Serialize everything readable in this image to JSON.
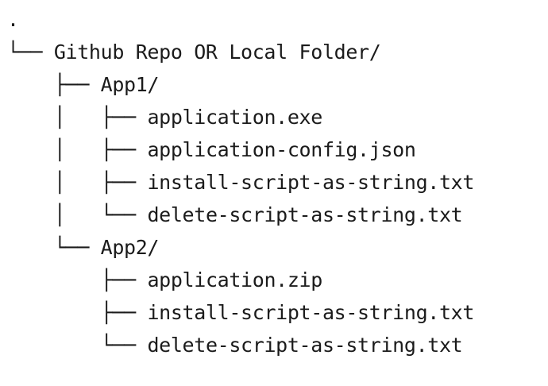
{
  "view": {
    "kind": "ascii-directory-tree",
    "background_color": "#ffffff",
    "text_color": "#1b1b1b",
    "font_style": "monospace"
  },
  "tree": {
    "root_label": ".",
    "lines": [
      {
        "prefix": "",
        "connector": "",
        "label": "."
      },
      {
        "prefix": "",
        "connector": "└── ",
        "label": "Github Repo OR Local Folder/"
      },
      {
        "prefix": "    ",
        "connector": "├── ",
        "label": "App1/"
      },
      {
        "prefix": "    │   ",
        "connector": "├── ",
        "label": "application.exe"
      },
      {
        "prefix": "    │   ",
        "connector": "├── ",
        "label": "application-config.json"
      },
      {
        "prefix": "    │   ",
        "connector": "├── ",
        "label": "install-script-as-string.txt"
      },
      {
        "prefix": "    │   ",
        "connector": "└── ",
        "label": "delete-script-as-string.txt"
      },
      {
        "prefix": "    ",
        "connector": "└── ",
        "label": "App2/"
      },
      {
        "prefix": "        ",
        "connector": "├── ",
        "label": "application.zip"
      },
      {
        "prefix": "        ",
        "connector": "├── ",
        "label": "install-script-as-string.txt"
      },
      {
        "prefix": "        ",
        "connector": "└── ",
        "label": "delete-script-as-string.txt"
      }
    ],
    "nodes": [
      {
        "name": "Github Repo OR Local Folder/",
        "type": "folder",
        "depth": 1,
        "children": [
          {
            "name": "App1/",
            "type": "folder",
            "depth": 2,
            "children": [
              {
                "name": "application.exe",
                "type": "file",
                "depth": 3
              },
              {
                "name": "application-config.json",
                "type": "file",
                "depth": 3
              },
              {
                "name": "install-script-as-string.txt",
                "type": "file",
                "depth": 3
              },
              {
                "name": "delete-script-as-string.txt",
                "type": "file",
                "depth": 3
              }
            ]
          },
          {
            "name": "App2/",
            "type": "folder",
            "depth": 2,
            "children": [
              {
                "name": "application.zip",
                "type": "file",
                "depth": 3
              },
              {
                "name": "install-script-as-string.txt",
                "type": "file",
                "depth": 3
              },
              {
                "name": "delete-script-as-string.txt",
                "type": "file",
                "depth": 3
              }
            ]
          }
        ]
      }
    ]
  }
}
